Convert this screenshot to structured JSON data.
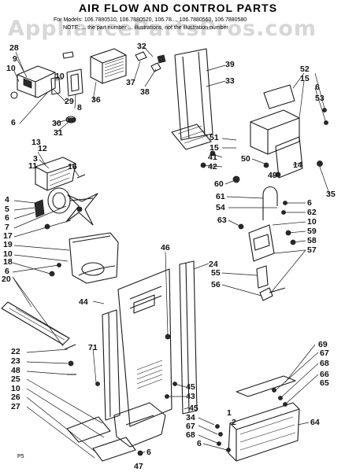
{
  "header": {
    "title": "AIR FLOW AND CONTROL PARTS",
    "subtitle_line1": "For Models: 106.7880510, 106.7880520, 106.78..., 106.7880560, 106.7880580",
    "subtitle_line2": "NOTE: ... the part number ... illustrations, not the illustration number"
  },
  "watermark": "AppliancePartsPros.com",
  "footer_code": "P5",
  "callouts": [
    "28",
    "9",
    "10",
    "6",
    "29",
    "8",
    "36",
    "10",
    "32",
    "37",
    "38",
    "39",
    "33",
    "52",
    "15",
    "6",
    "30",
    "31",
    "12",
    "3",
    "16",
    "4",
    "5",
    "6",
    "7",
    "17",
    "19",
    "10",
    "18",
    "6",
    "20",
    "22",
    "23",
    "48",
    "25",
    "10",
    "26",
    "27",
    "46",
    "44",
    "71",
    "24",
    "45",
    "43",
    "45",
    "6",
    "34",
    "67",
    "68",
    "6",
    "47",
    "51",
    "15",
    "41",
    "42",
    "50",
    "14",
    "49",
    "60",
    "35",
    "61",
    "6",
    "54",
    "62",
    "10",
    "63",
    "59",
    "58",
    "57",
    "55",
    "56",
    "69",
    "67",
    "68",
    "66",
    "64",
    "1",
    "2",
    "11",
    "13",
    "53",
    "65"
  ]
}
